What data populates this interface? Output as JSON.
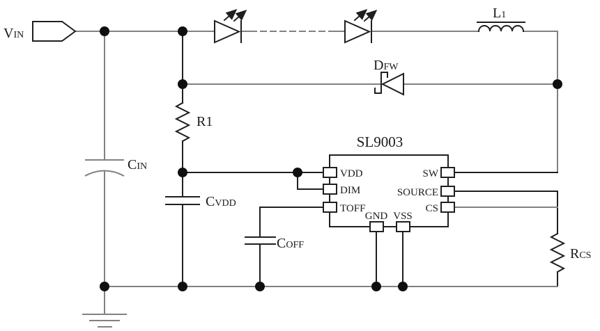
{
  "diagram": {
    "ic": {
      "name": "SL9003",
      "pins": {
        "vdd": "VDD",
        "dim": "DIM",
        "toff": "TOFF",
        "sw": "SW",
        "source": "SOURCE",
        "cs": "CS",
        "gnd": "GND",
        "vss": "VSS"
      }
    },
    "labels": {
      "vin": {
        "main": "V",
        "sub": "IN"
      },
      "cin": {
        "main": "C",
        "sub": "IN"
      },
      "r1": {
        "main": "R1",
        "sub": ""
      },
      "cvdd": {
        "main": "C",
        "sub": "VDD"
      },
      "coff": {
        "main": "C",
        "sub": "OFF"
      },
      "l1": {
        "main": "L",
        "sub": "1"
      },
      "dfw": {
        "main": "D",
        "sub": "FW"
      },
      "rcs": {
        "main": "R",
        "sub": "CS"
      }
    }
  },
  "colors": {
    "background": "#ffffff",
    "wire": "#818181",
    "outline": "#1f1f1f",
    "junction": "#0f0f0f",
    "text": "#1a1a1a"
  }
}
